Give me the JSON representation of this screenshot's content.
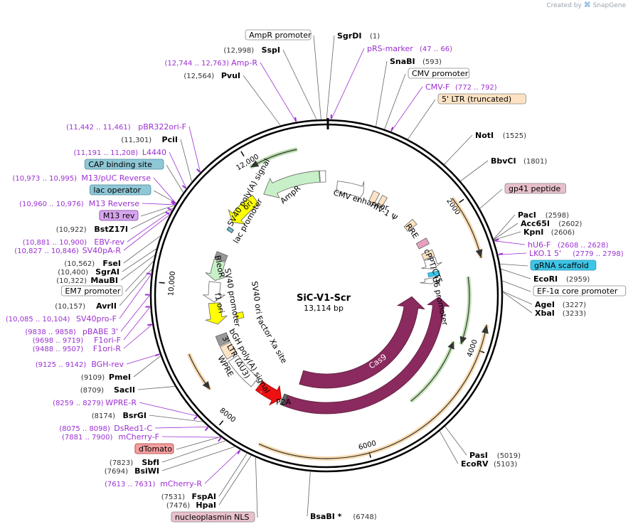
{
  "app": {
    "brand_prefix": "Created by",
    "brand_name": "SnapGene"
  },
  "plasmid": {
    "name": "SiC-V1-Scr",
    "length_label": "13,114 bp",
    "length": 13114
  },
  "ticks": [
    "2000",
    "4000",
    "6000",
    "8000",
    "10,000",
    "12,000"
  ],
  "right_labels": [
    {
      "kind": "site",
      "name": "SgrDI",
      "pos": "(1)",
      "bp": 1
    },
    {
      "kind": "primer",
      "name": "pRS-marker",
      "pos": "(47 .. 66)",
      "bp": 56
    },
    {
      "kind": "site",
      "name": "SnaBI",
      "pos": "(593)",
      "bp": 593
    },
    {
      "kind": "box",
      "name": "CMV promoter",
      "pos": "",
      "bp": 700,
      "fill": "#ffffff",
      "stroke": "#888888"
    },
    {
      "kind": "primer",
      "name": "CMV-F",
      "pos": "(772 .. 792)",
      "bp": 782
    },
    {
      "kind": "box",
      "name": "5' LTR (truncated)",
      "pos": "",
      "bp": 1000,
      "fill": "#fde3c4",
      "stroke": "#888888"
    },
    {
      "kind": "site",
      "name": "NotI",
      "pos": "(1525)",
      "bp": 1525
    },
    {
      "kind": "site",
      "name": "BbvCI",
      "pos": "(1801)",
      "bp": 1801
    },
    {
      "kind": "box",
      "name": "gp41 peptide",
      "pos": "",
      "bp": 2200,
      "fill": "#e8c0cc",
      "stroke": "#888888"
    },
    {
      "kind": "site",
      "name": "PacI",
      "pos": "(2598)",
      "bp": 2598
    },
    {
      "kind": "site",
      "name": "Acc65I",
      "pos": "(2602)",
      "bp": 2602
    },
    {
      "kind": "site",
      "name": "KpnI",
      "pos": "(2606)",
      "bp": 2606
    },
    {
      "kind": "primer",
      "name": "hU6-F",
      "pos": "(2608 .. 2628)",
      "bp": 2618
    },
    {
      "kind": "primer",
      "name": "LKO.1 5'",
      "pos": "(2779 .. 2798)",
      "bp": 2788
    },
    {
      "kind": "box",
      "name": "gRNA scaffold",
      "pos": "",
      "bp": 2900,
      "fill": "#3ec6e8",
      "stroke": "#2a8fb0"
    },
    {
      "kind": "site",
      "name": "EcoRI",
      "pos": "(2959)",
      "bp": 2959
    },
    {
      "kind": "box",
      "name": "EF-1α core promoter",
      "pos": "",
      "bp": 3100,
      "fill": "#ffffff",
      "stroke": "#888888"
    },
    {
      "kind": "site",
      "name": "AgeI",
      "pos": "(3227)",
      "bp": 3227
    },
    {
      "kind": "site",
      "name": "XbaI",
      "pos": "(3233)",
      "bp": 3233
    },
    {
      "kind": "site",
      "name": "PasI",
      "pos": "(5019)",
      "bp": 5019
    },
    {
      "kind": "site",
      "name": "EcoRV",
      "pos": "(5103)",
      "bp": 5103
    },
    {
      "kind": "site",
      "name": "BsaBI *",
      "pos": "(6748)",
      "bp": 6748
    }
  ],
  "left_labels": [
    {
      "kind": "box",
      "name": "AmpR promoter",
      "pos": "",
      "bp": 13050,
      "fill": "#ffffff",
      "stroke": "#888888"
    },
    {
      "kind": "site",
      "name": "SspI",
      "pos": "(12,998)",
      "bp": 12998
    },
    {
      "kind": "primer",
      "name": "Amp-R",
      "pos": "(12,744 .. 12,763)",
      "bp": 12753
    },
    {
      "kind": "site",
      "name": "PvuI",
      "pos": "(12,564)",
      "bp": 12564
    },
    {
      "kind": "primer",
      "name": "pBR322ori-F",
      "pos": "(11,442 .. 11,461)",
      "bp": 11451
    },
    {
      "kind": "site",
      "name": "PciI",
      "pos": "(11,301)",
      "bp": 11301
    },
    {
      "kind": "primer",
      "name": "L4440",
      "pos": "(11,191 .. 11,208)",
      "bp": 11199
    },
    {
      "kind": "box",
      "name": "CAP binding site",
      "pos": "",
      "bp": 11140,
      "fill": "#8fc7d6",
      "stroke": "#4a8a9a"
    },
    {
      "kind": "primer",
      "name": "M13/pUC Reverse",
      "pos": "(10,973 .. 10,995)",
      "bp": 10984
    },
    {
      "kind": "box",
      "name": "lac operator",
      "pos": "",
      "bp": 10990,
      "fill": "#8fc7d6",
      "stroke": "#4a8a9a"
    },
    {
      "kind": "primer",
      "name": "M13 Reverse",
      "pos": "(10,960 .. 10,976)",
      "bp": 10968
    },
    {
      "kind": "box",
      "name": "M13 rev",
      "pos": "",
      "bp": 10960,
      "fill": "#d9a6f0",
      "stroke": "#7a3a9a"
    },
    {
      "kind": "site",
      "name": "BstZ17I",
      "pos": "(10,922)",
      "bp": 10922
    },
    {
      "kind": "primer",
      "name": "EBV-rev",
      "pos": "(10,881 .. 10,900)",
      "bp": 10890
    },
    {
      "kind": "primer",
      "name": "SV40pA-R",
      "pos": "(10,827 .. 10,846)",
      "bp": 10836
    },
    {
      "kind": "site",
      "name": "FseI",
      "pos": "(10,562)",
      "bp": 10562
    },
    {
      "kind": "site",
      "name": "SgrAI",
      "pos": "(10,400)",
      "bp": 10400
    },
    {
      "kind": "site",
      "name": "MauBI",
      "pos": "(10,322)",
      "bp": 10322
    },
    {
      "kind": "box",
      "name": "EM7 promoter",
      "pos": "",
      "bp": 10250,
      "fill": "#ffffff",
      "stroke": "#888888"
    },
    {
      "kind": "site",
      "name": "AvrII",
      "pos": "(10,157)",
      "bp": 10157
    },
    {
      "kind": "primer",
      "name": "SV40pro-F",
      "pos": "(10,085 .. 10,104)",
      "bp": 10094
    },
    {
      "kind": "primer",
      "name": "pBABE 3'",
      "pos": "(9838 .. 9858)",
      "bp": 9848
    },
    {
      "kind": "primer",
      "name": "F1ori-F",
      "pos": "(9698 .. 9719)",
      "bp": 9708
    },
    {
      "kind": "primer",
      "name": "F1ori-R",
      "pos": "(9488 .. 9507)",
      "bp": 9497
    },
    {
      "kind": "primer",
      "name": "BGH-rev",
      "pos": "(9125 .. 9142)",
      "bp": 9133
    },
    {
      "kind": "site",
      "name": "PmeI",
      "pos": "(9109)",
      "bp": 9109
    },
    {
      "kind": "site",
      "name": "SacII",
      "pos": "(8709)",
      "bp": 8709
    },
    {
      "kind": "primer",
      "name": "WPRE-R",
      "pos": "(8259 .. 8279)",
      "bp": 8269
    },
    {
      "kind": "site",
      "name": "BsrGI",
      "pos": "(8174)",
      "bp": 8174
    },
    {
      "kind": "primer",
      "name": "DsRed1-C",
      "pos": "(8075 .. 8098)",
      "bp": 8086
    },
    {
      "kind": "primer",
      "name": "mCherry-F",
      "pos": "(7881 .. 7900)",
      "bp": 7890
    },
    {
      "kind": "box",
      "name": "dTomato",
      "pos": "",
      "bp": 7900,
      "fill": "#f4a0a0",
      "stroke": "#b03030"
    },
    {
      "kind": "site",
      "name": "SbfI",
      "pos": "(7823)",
      "bp": 7823
    },
    {
      "kind": "site",
      "name": "BsiWI",
      "pos": "(7694)",
      "bp": 7694
    },
    {
      "kind": "primer",
      "name": "mCherry-R",
      "pos": "(7613 .. 7631)",
      "bp": 7622
    },
    {
      "kind": "site",
      "name": "FspAI",
      "pos": "(7531)",
      "bp": 7531
    },
    {
      "kind": "site",
      "name": "HpaI",
      "pos": "(7476)",
      "bp": 7476
    },
    {
      "kind": "box",
      "name": "nucleoplasmin NLS",
      "pos": "",
      "bp": 7420,
      "fill": "#e8c0cc",
      "stroke": "#888888"
    }
  ],
  "features": {
    "cmv_enhancer": "CMV enhancer",
    "hiv_psi": "HIV-1 Ψ",
    "rre": "RRE",
    "cppt": "cPPT/CTS",
    "u6": "U6 promoter",
    "cas9_inner": "Cas9",
    "cas9_outer": "Cas9",
    "p2a": "P2A",
    "dtomato": "dTo...",
    "wpre": "WPRE",
    "ltr3": "3' LTR (ΔU3)",
    "bgh": "bGH poly(A) signal",
    "factor_xa": "Factor Xa site",
    "sv40_ori": "SV40 ori",
    "f1_ori": "f1 ori",
    "sv40_promoter": "SV40 promoter",
    "bleor": "BleoR",
    "sv40_polya": "SV40 poly(A) signal",
    "lac_promoter": "lac promoter",
    "ori": "ori",
    "ampr": "AmpR"
  },
  "colors": {
    "cas9": "#8b2a5e",
    "ampr": "#c8f0c8",
    "ori": "#ffff00",
    "dtomato": "#ee1111",
    "orf_arc": "#f0b050",
    "green_arc": "#7ac25a",
    "primer": "#9b2fd1",
    "gray_box": "#a0a0a0",
    "peach": "#fde3c4"
  }
}
